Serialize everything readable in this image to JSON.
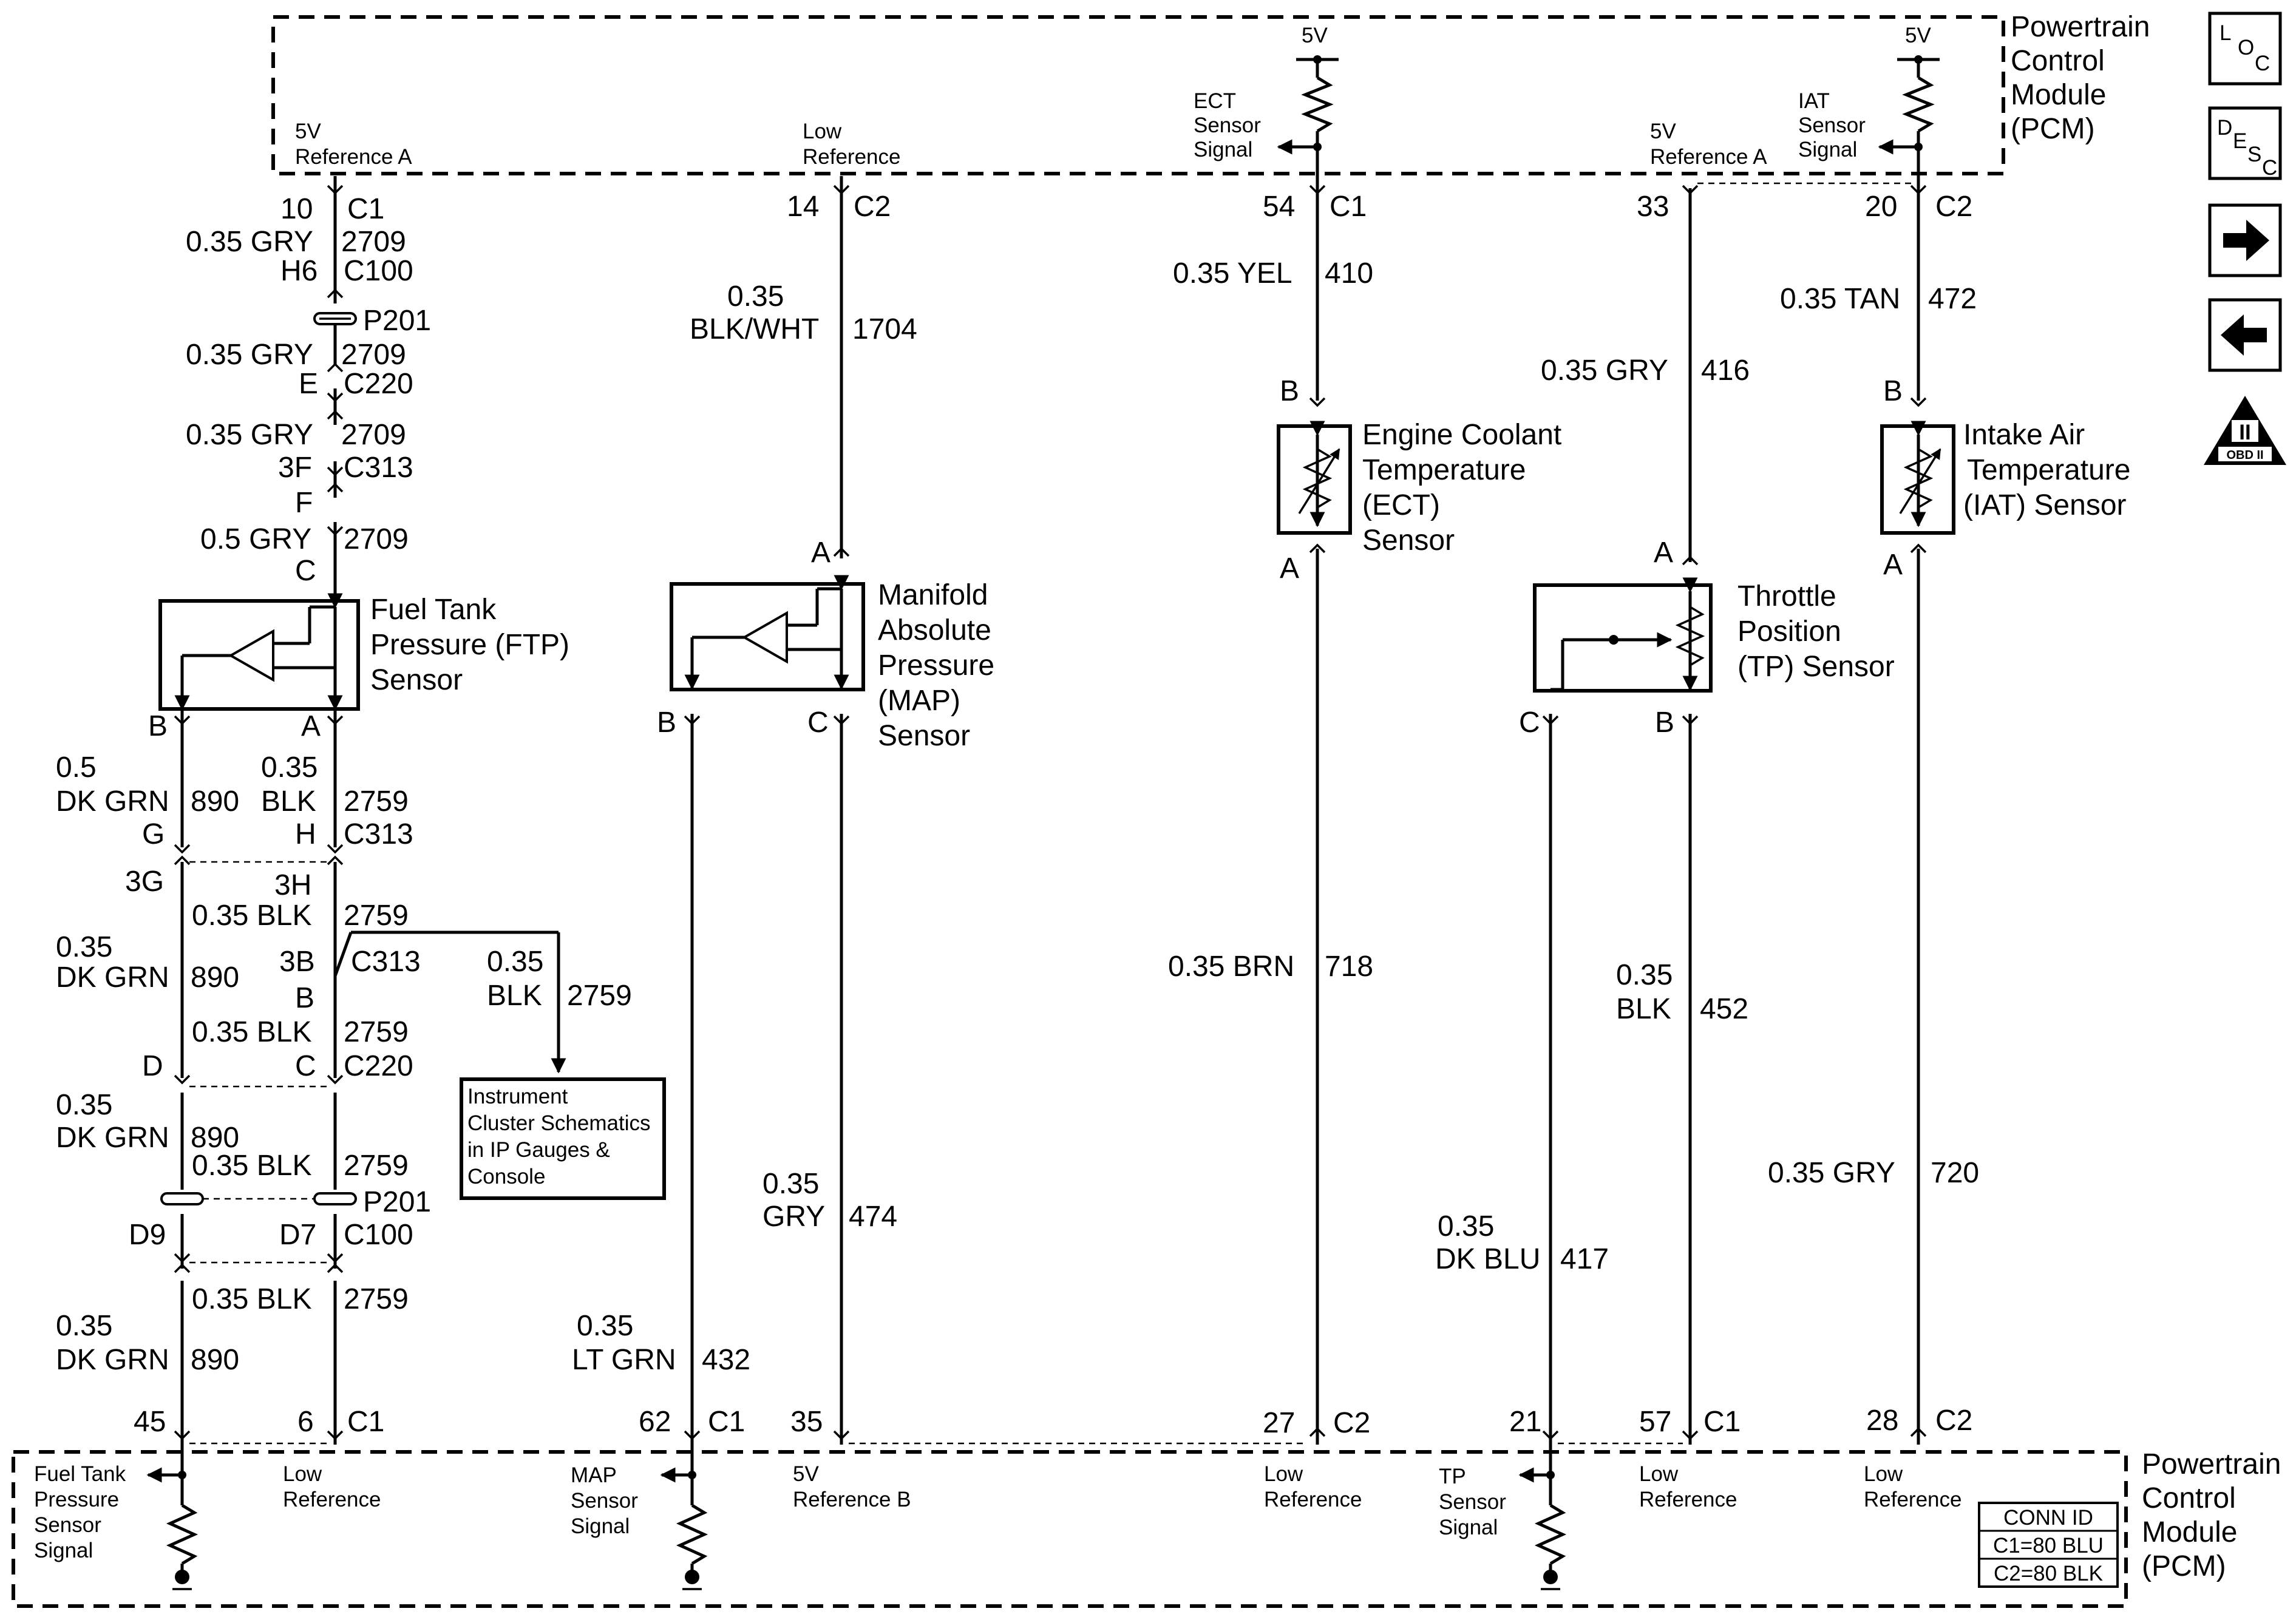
{
  "pcm": {
    "line1": "Powertrain",
    "line2": "Control",
    "line3": "Module",
    "line4": "(PCM)"
  },
  "conn_id": {
    "title": "CONN ID",
    "c1": "C1=80 BLU",
    "c2": "C2=80 BLK"
  },
  "nav": {
    "loc": [
      "L",
      "O",
      "C"
    ],
    "desc": [
      "D",
      "E",
      "S",
      "C"
    ],
    "obd": [
      "II",
      "OBD II"
    ]
  },
  "top_labels": {
    "v5": "5V",
    "refA": [
      "5V",
      "Reference A"
    ],
    "lowref": [
      "Low",
      "Reference"
    ],
    "ect": [
      "ECT",
      "Sensor",
      "Signal"
    ],
    "refA2": [
      "5V",
      "Reference A"
    ],
    "iat": [
      "IAT",
      "Sensor",
      "Signal"
    ]
  },
  "bottom_labels": {
    "ftp": [
      "Fuel Tank",
      "Pressure",
      "Sensor",
      "Signal"
    ],
    "low1": [
      "Low",
      "Reference"
    ],
    "map": [
      "MAP",
      "Sensor",
      "Signal"
    ],
    "refB": [
      "5V",
      "Reference B"
    ],
    "low2": [
      "Low",
      "Reference"
    ],
    "tp": [
      "TP",
      "Sensor",
      "Signal"
    ],
    "low3": [
      "Low",
      "Reference"
    ],
    "low4": [
      "Low",
      "Reference"
    ]
  },
  "sensors": {
    "ftp": [
      "Fuel Tank",
      "Pressure (FTP)",
      "Sensor"
    ],
    "map": [
      "Manifold",
      "Absolute",
      "Pressure",
      "(MAP)",
      "Sensor"
    ],
    "ect": [
      "Engine Coolant",
      "Temperature",
      "(ECT)",
      "Sensor"
    ],
    "tp": [
      "Throttle",
      "Position",
      "(TP) Sensor"
    ],
    "iat": [
      "Intake Air",
      "Temperature",
      "(IAT) Sensor"
    ]
  },
  "ref_box": [
    "Instrument",
    "Cluster Schematics",
    "in IP Gauges &",
    "Console"
  ],
  "labels": {
    "a10": "10",
    "aC1": "C1",
    "a035gry1": "0.35 GRY",
    "a2709a": "2709",
    "aH6": "H6",
    "aC100": "C100",
    "aP201": "P201",
    "a035gry2": "0.35 GRY",
    "a2709b": "2709",
    "aE": "E",
    "aC220": "C220",
    "a035gry3": "0.35 GRY",
    "a2709c": "2709",
    "a3F": "3F",
    "aC313": "C313",
    "aF": "F",
    "a05gry": "0.5 GRY",
    "a2709d": "2709",
    "aC": "C",
    "fB": "B",
    "fA": "A",
    "w05": "0.5",
    "wDKGRN1": "DK GRN",
    "w890a": "890",
    "w035a": "0.35",
    "wBLK1": "BLK",
    "w2759a": "2759",
    "cG": "G",
    "cH": "H",
    "cC313b": "C313",
    "c3G": "3G",
    "c3H": "3H",
    "w035blk1": "0.35 BLK",
    "w2759b": "2759",
    "w035b": "0.35",
    "wDKGRN2": "DK GRN",
    "w890b": "890",
    "c3B": "3B",
    "cC313c": "C313",
    "cB": "B",
    "br035": "0.35",
    "brBLK": "BLK",
    "br2759": "2759",
    "w035blk2": "0.35 BLK",
    "w2759c": "2759",
    "cD": "D",
    "cC": "C",
    "cC220": "C220",
    "w035c": "0.35",
    "wDKGRN3": "DK GRN",
    "w890c": "890",
    "w035blk3": "0.35 BLK",
    "w2759d": "2759",
    "cP201b": "P201",
    "cD9": "D9",
    "cD7": "D7",
    "cC100b": "C100",
    "w035blk4": "0.35 BLK",
    "w2759e": "2759",
    "w035d": "0.35",
    "wDKGRN4": "DK GRN",
    "w890d": "890",
    "p45": "45",
    "p6": "6",
    "pC1a": "C1",
    "m14": "14",
    "mC2": "C2",
    "m035": "0.35",
    "mBLKWHT": "BLK/WHT",
    "m1704": "1704",
    "mA": "A",
    "mB": "B",
    "mC": "C",
    "m035b": "0.35",
    "mGRY": "GRY",
    "m474": "474",
    "m035c": "0.35",
    "mLTGRN": "LT GRN",
    "m432": "432",
    "p62": "62",
    "pC1b": "C1",
    "p35": "35",
    "e54": "54",
    "eC1": "C1",
    "e035YEL": "0.35 YEL",
    "e410": "410",
    "eB": "B",
    "eA": "A",
    "e035BRN": "0.35 BRN",
    "e718": "718",
    "p27": "27",
    "pC2a": "C2",
    "t33": "33",
    "t035GRY": "0.35 GRY",
    "t416": "416",
    "tA": "A",
    "tB": "B",
    "tC": "C",
    "t035a": "0.35",
    "tBLK": "BLK",
    "t452": "452",
    "t035b": "0.35",
    "tDKBLU": "DK BLU",
    "t417": "417",
    "p21": "21",
    "p57": "57",
    "pC1c": "C1",
    "i20": "20",
    "iC2": "C2",
    "i035TAN": "0.35 TAN",
    "i472": "472",
    "iB": "B",
    "iA": "A",
    "i035GRY": "0.35 GRY",
    "i720": "720",
    "p28": "28",
    "pC2b": "C2"
  }
}
